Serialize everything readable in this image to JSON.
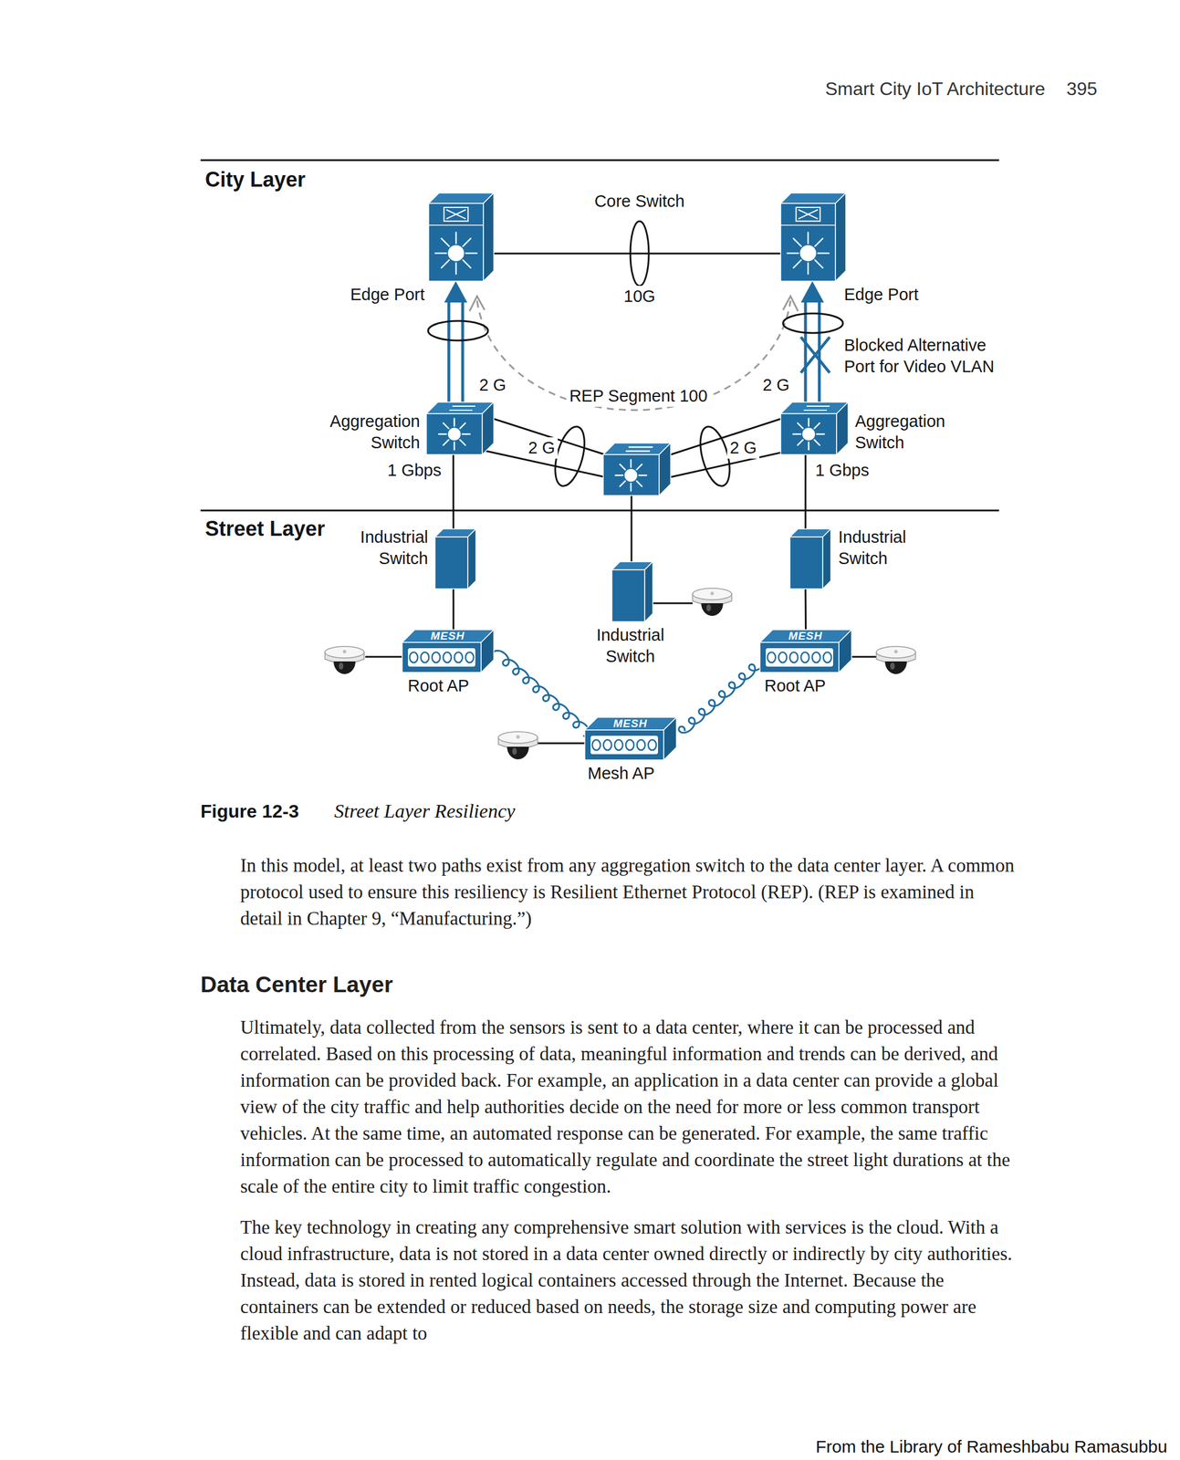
{
  "diagram": {
    "caption": "Street Layer Resiliency",
    "nodes": [
      {
        "text": [
          "Edge Port"
        ]
      },
      {
        "text": [
          "Edge Port"
        ]
      },
      {
        "text": [
          "Aggregation Switch"
        ]
      },
      {
        "text": [
          "Aggregation Switch"
        ]
      },
      {
        "text": [
          "Industrial Switch"
        ]
      },
      {
        "text": [
          "Industrial Switch"
        ]
      },
      {
        "text": [
          "Industrial Switch"
        ]
      },
      {
        "text": [
          "MESH",
          "Root AP"
        ]
      },
      {
        "text": [
          "MESH",
          "Root AP"
        ]
      },
      {
        "text": [
          "MESH",
          "Mesh AP"
        ]
      }
    ],
    "edges": [
      {
        "from": 0,
        "to": 1,
        "arrow": "none",
        "label": "10G"
      },
      {
        "from": 2,
        "to": 0,
        "arrow": "to",
        "label": "2 G"
      },
      {
        "from": 3,
        "to": 1,
        "arrow": "to",
        "label": "2 G"
      },
      {
        "from": 2,
        "to": 4,
        "arrow": "none",
        "label": "1 Gbps"
      },
      {
        "from": 3,
        "to": 6,
        "arrow": "none",
        "label": "1 Gbps"
      },
      {
        "from": 4,
        "to": 7,
        "arrow": "none"
      },
      {
        "from": 6,
        "to": 8,
        "arrow": "none"
      },
      {
        "from": 7,
        "to": 9,
        "arrow": "none"
      },
      {
        "from": 8,
        "to": 9,
        "arrow": "none"
      }
    ],
    "labels": [
      "Smart City IoT Architecture",
      "395",
      "City Layer",
      "Core Switch",
      "Blocked Alternative Port for Video VLAN",
      "REP Segment 100",
      "2 G",
      "2 G",
      "Street Layer",
      "Figure 12-3",
      "In this model, at least two paths exist from any aggregation switch to the data center layer. A common protocol used to ensure this resiliency is Resilient Ethernet Protocol (REP). (REP is examined in detail in Chapter 9, “Manufacturing.”)",
      "Data Center Layer",
      "Ultimately, data collected from the sensors is sent to a data center, where it can be processed and correlated. Based on this processing of data, meaningful information and trends can be derived, and information can be provided back. For example, an application in a data center can provide a global view of the city traffic and help authorities decide on the need for more or less common transport vehicles. At the same time, an automated response can be generated. For example, the same traffic information can be processed to automatically regulate and coordinate the street light durations at the scale of the entire city to limit traffic congestion.",
      "The key technology in creating any comprehensive smart solution with services is the cloud. With a cloud infrastructure, data is not stored in a data center owned directly or indirectly by city authorities. Instead, data is stored in rented logical containers accessed through the Internet. Because the containers can be extended or reduced based on needs, the storage size and computing power are flexible and can adapt to",
      "From the Library of Rameshbabu Ramasubbu"
    ]
  }
}
